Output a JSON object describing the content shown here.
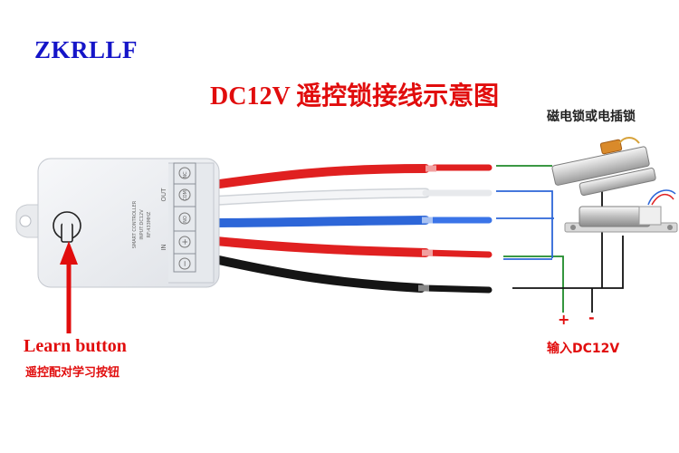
{
  "brand": "ZKRLLF",
  "title": "DC12V 遥控锁接线示意图",
  "lock_label": "磁电锁或电插锁",
  "learn_button": {
    "en": "Learn button",
    "cn": "遥控配对学习按钮"
  },
  "power": {
    "plus": "+",
    "minus": "-",
    "label": "输入DC12V"
  },
  "controller": {
    "out_label": "OUT",
    "in_label": "IN",
    "terminals_out": [
      "NC",
      "COM",
      "NO"
    ],
    "terminals_in": [
      "+",
      "−"
    ],
    "text_lines": [
      "SMART CONTROLLER",
      "INPUT:DC12V",
      "RF:433MHZ"
    ]
  },
  "colors": {
    "title": "#e10d0d",
    "brand": "#1515c8",
    "wire_red": "#e02020",
    "wire_white": "#f2f2f2",
    "wire_blue": "#2d66d8",
    "wire_black": "#151515",
    "line_green": "#1f8a2a",
    "line_blue": "#2d66d8",
    "line_black": "#111111"
  }
}
